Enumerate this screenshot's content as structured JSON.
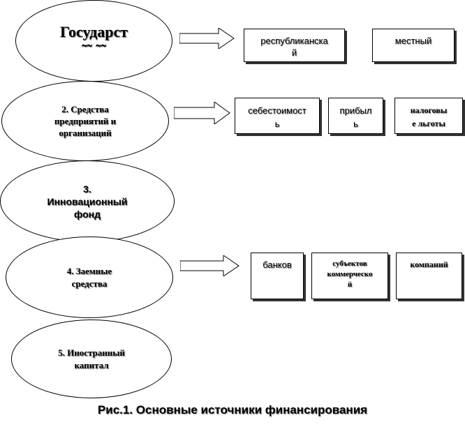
{
  "sources": [
    {
      "label": "Государст\n˜˜    ˜˜"
    },
    {
      "label": "2. Средства\nпредприятий и\nорганизаций"
    },
    {
      "label": "3.\nИнновационный\nфонд"
    },
    {
      "label": "4. Заемные\nсредства"
    },
    {
      "label": "5. Иностранный\nкапитал"
    }
  ],
  "row1": {
    "box1": "республиканска\nй",
    "box2": "местный"
  },
  "row2": {
    "box1": "себестоимост\nь",
    "box2": "прибыл\nь",
    "box3": "налоговы\nе льготы"
  },
  "row3": {
    "box1": "банков",
    "box2": "субъектов\nкоммерческо\nй",
    "box3": "компаний"
  },
  "caption": "Рис.1. Основные источники финансирования"
}
